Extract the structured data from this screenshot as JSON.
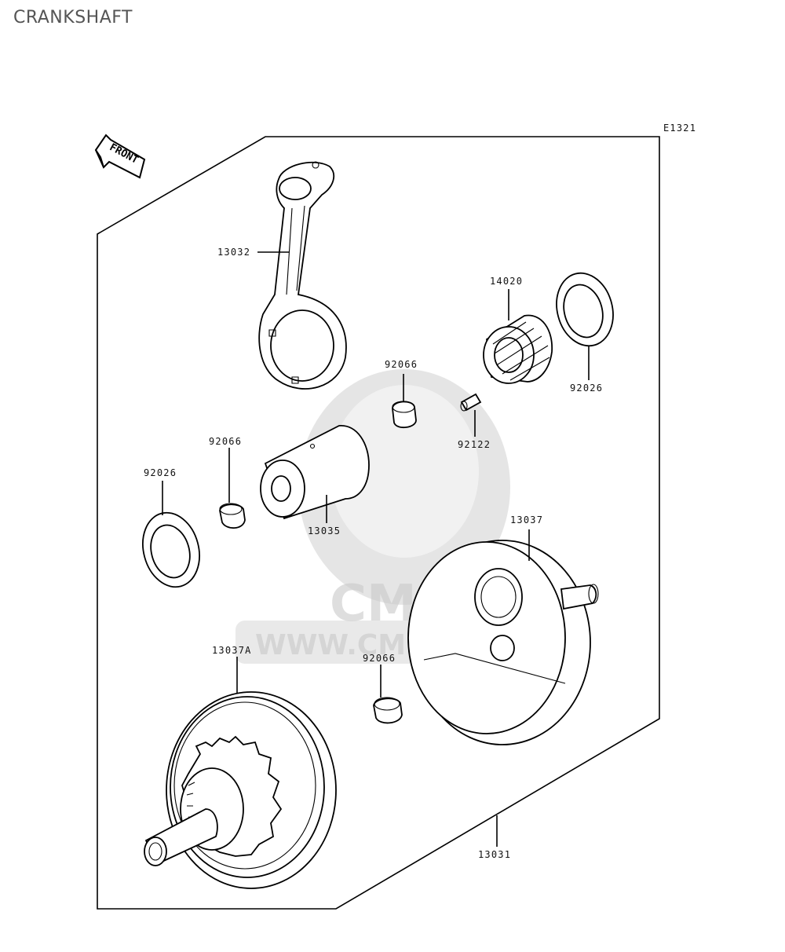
{
  "title": "CRANKSHAFT",
  "diagram_code": "E1321",
  "front_label": "FRONT",
  "watermark": {
    "logo": "CMS",
    "url": "WWW.CMSNL.COM"
  },
  "parts": [
    {
      "id": "13032",
      "name": "connecting-rod"
    },
    {
      "id": "14020",
      "name": "needle-bearing"
    },
    {
      "id": "92026",
      "name": "thrust-washer-right"
    },
    {
      "id": "92066",
      "name": "spacer-upper"
    },
    {
      "id": "92122",
      "name": "pin"
    },
    {
      "id": "92066",
      "name": "spacer-left"
    },
    {
      "id": "92026",
      "name": "thrust-washer-left"
    },
    {
      "id": "13035",
      "name": "crank-pin"
    },
    {
      "id": "13037",
      "name": "crankshaft-half-right"
    },
    {
      "id": "13037A",
      "name": "crankshaft-half-left"
    },
    {
      "id": "92066",
      "name": "spacer-lower"
    },
    {
      "id": "13031",
      "name": "crankshaft-assembly"
    }
  ]
}
